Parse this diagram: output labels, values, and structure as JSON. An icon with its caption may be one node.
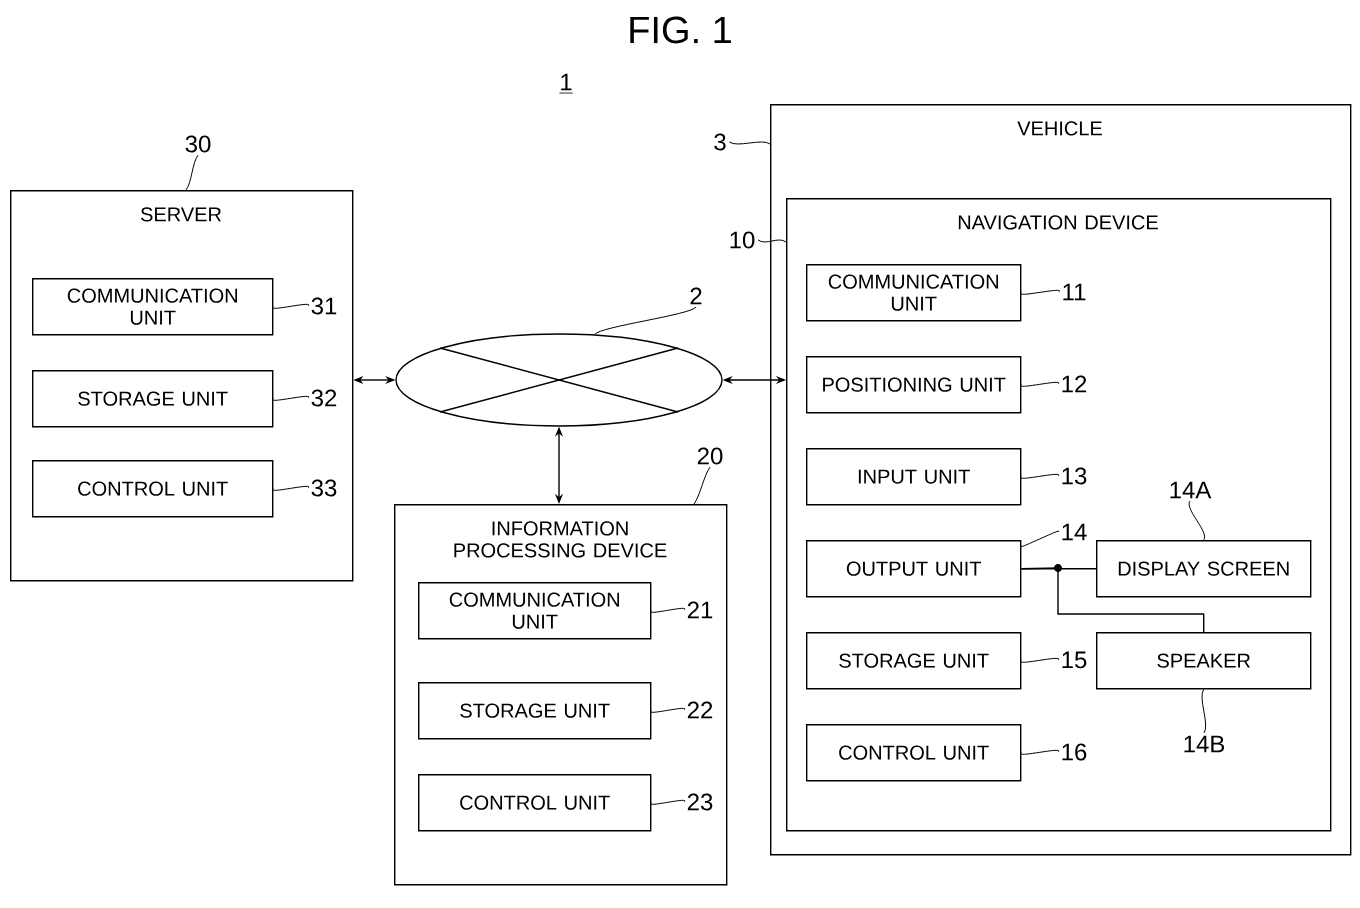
{
  "diagram": {
    "title": "FIG. 1",
    "nodes": [
      {
        "text": [
          "SERVER"
        ]
      },
      {
        "text": [
          "COMMUNICATION UNIT"
        ],
        "in": 0
      },
      {
        "text": [
          "STORAGE UNIT"
        ],
        "in": 0
      },
      {
        "text": [
          "CONTROL UNIT"
        ],
        "in": 0
      },
      {
        "text": [],
        "shape": "ellipse"
      },
      {
        "text": [
          "VEHICLE"
        ]
      },
      {
        "text": [
          "NAVIGATION DEVICE"
        ],
        "in": 5
      },
      {
        "text": [
          "COMMUNICATION UNIT"
        ],
        "in": 6
      },
      {
        "text": [
          "POSITIONING UNIT"
        ],
        "in": 6
      },
      {
        "text": [
          "INPUT UNIT"
        ],
        "in": 6
      },
      {
        "text": [
          "OUTPUT UNIT"
        ],
        "in": 6
      },
      {
        "text": [
          "DISPLAY SCREEN"
        ],
        "in": 6
      },
      {
        "text": [
          "STORAGE UNIT"
        ],
        "in": 6
      },
      {
        "text": [
          "SPEAKER"
        ],
        "in": 6
      },
      {
        "text": [
          "CONTROL UNIT"
        ],
        "in": 6
      },
      {
        "text": [
          "INFORMATION PROCESSING DEVICE"
        ]
      },
      {
        "text": [
          "COMMUNICATION UNIT"
        ],
        "in": 15
      },
      {
        "text": [
          "STORAGE UNIT"
        ],
        "in": 15
      },
      {
        "text": [
          "CONTROL UNIT"
        ],
        "in": 15
      },
      {
        "text": [
          "30"
        ]
      },
      {
        "text": [
          "31"
        ],
        "in": 0
      },
      {
        "text": [
          "32"
        ],
        "in": 0
      },
      {
        "text": [
          "33"
        ],
        "in": 0
      },
      {
        "text": [
          "2"
        ]
      },
      {
        "text": [
          "3"
        ]
      },
      {
        "text": [
          "10"
        ]
      },
      {
        "text": [
          "11"
        ],
        "in": 6
      },
      {
        "text": [
          "12"
        ],
        "in": 6
      },
      {
        "text": [
          "13"
        ],
        "in": 6
      },
      {
        "text": [
          "14"
        ],
        "in": 6
      },
      {
        "text": [
          "14A"
        ],
        "in": 6
      },
      {
        "text": [
          "15"
        ],
        "in": 6
      },
      {
        "text": [
          "14B"
        ],
        "in": 6
      },
      {
        "text": [
          "16"
        ],
        "in": 6
      },
      {
        "text": [
          "20"
        ]
      },
      {
        "text": [
          "21"
        ],
        "in": 15
      },
      {
        "text": [
          "22"
        ],
        "in": 15
      },
      {
        "text": [
          "23"
        ],
        "in": 15
      }
    ],
    "edges": [
      {
        "from": 0,
        "to": 4,
        "arrow": "both"
      },
      {
        "from": 4,
        "to": 6,
        "arrow": "both"
      },
      {
        "from": 4,
        "to": 15,
        "arrow": "both"
      },
      {
        "from": 10,
        "to": 11,
        "arrow": "none"
      },
      {
        "from": 10,
        "to": 13,
        "arrow": "none"
      },
      {
        "from": 19,
        "to": 0,
        "arrow": "none"
      },
      {
        "from": 20,
        "to": 1,
        "arrow": "none"
      },
      {
        "from": 21,
        "to": 2,
        "arrow": "none"
      },
      {
        "from": 22,
        "to": 3,
        "arrow": "none"
      },
      {
        "from": 23,
        "to": 4,
        "arrow": "none"
      },
      {
        "from": 24,
        "to": 5,
        "arrow": "none"
      },
      {
        "from": 25,
        "to": 6,
        "arrow": "none"
      },
      {
        "from": 26,
        "to": 7,
        "arrow": "none"
      },
      {
        "from": 27,
        "to": 8,
        "arrow": "none"
      },
      {
        "from": 28,
        "to": 9,
        "arrow": "none"
      },
      {
        "from": 29,
        "to": 10,
        "arrow": "none"
      },
      {
        "from": 30,
        "to": 11,
        "arrow": "none"
      },
      {
        "from": 31,
        "to": 12,
        "arrow": "none"
      },
      {
        "from": 32,
        "to": 13,
        "arrow": "none"
      },
      {
        "from": 33,
        "to": 14,
        "arrow": "none"
      },
      {
        "from": 34,
        "to": 15,
        "arrow": "none"
      },
      {
        "from": 35,
        "to": 16,
        "arrow": "none"
      },
      {
        "from": 36,
        "to": 17,
        "arrow": "none"
      },
      {
        "from": 37,
        "to": 18,
        "arrow": "none"
      }
    ],
    "labels": [
      "1"
    ]
  }
}
